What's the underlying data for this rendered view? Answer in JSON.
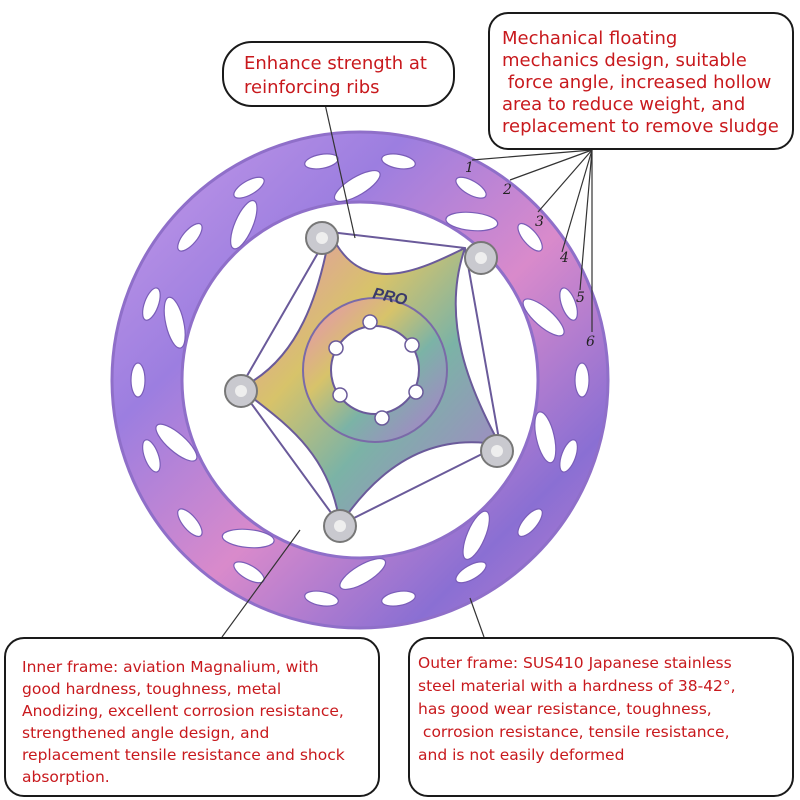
{
  "callouts": {
    "ribs": {
      "lines": [
        "Enhance strength at",
        "reinforcing ribs"
      ]
    },
    "floating": {
      "lines": [
        "Mechanical floating",
        "mechanics design, suitable",
        " force angle, increased hollow",
        "area to reduce weight, and",
        "replacement to remove sludge"
      ]
    },
    "inner": {
      "lines": [
        "Inner frame: aviation Magnalium, with",
        "good hardness, toughness, metal",
        "Anodizing, excellent corrosion resistance,",
        "strengthened angle design, and",
        "replacement tensile resistance and shock",
        "absorption."
      ]
    },
    "outer": {
      "lines": [
        "Outer frame: SUS410 Japanese stainless",
        "steel material with a hardness of 38-42°,",
        "has good wear resistance, toughness,",
        " corrosion resistance, tensile resistance,",
        "and is not easily deformed"
      ]
    }
  },
  "markers": [
    "1",
    "2",
    "3",
    "4",
    "5",
    "6"
  ],
  "spider_logo": "PRO",
  "colors": {
    "callout_text": "#c8191d",
    "callout_border": "#1a1a1a"
  }
}
